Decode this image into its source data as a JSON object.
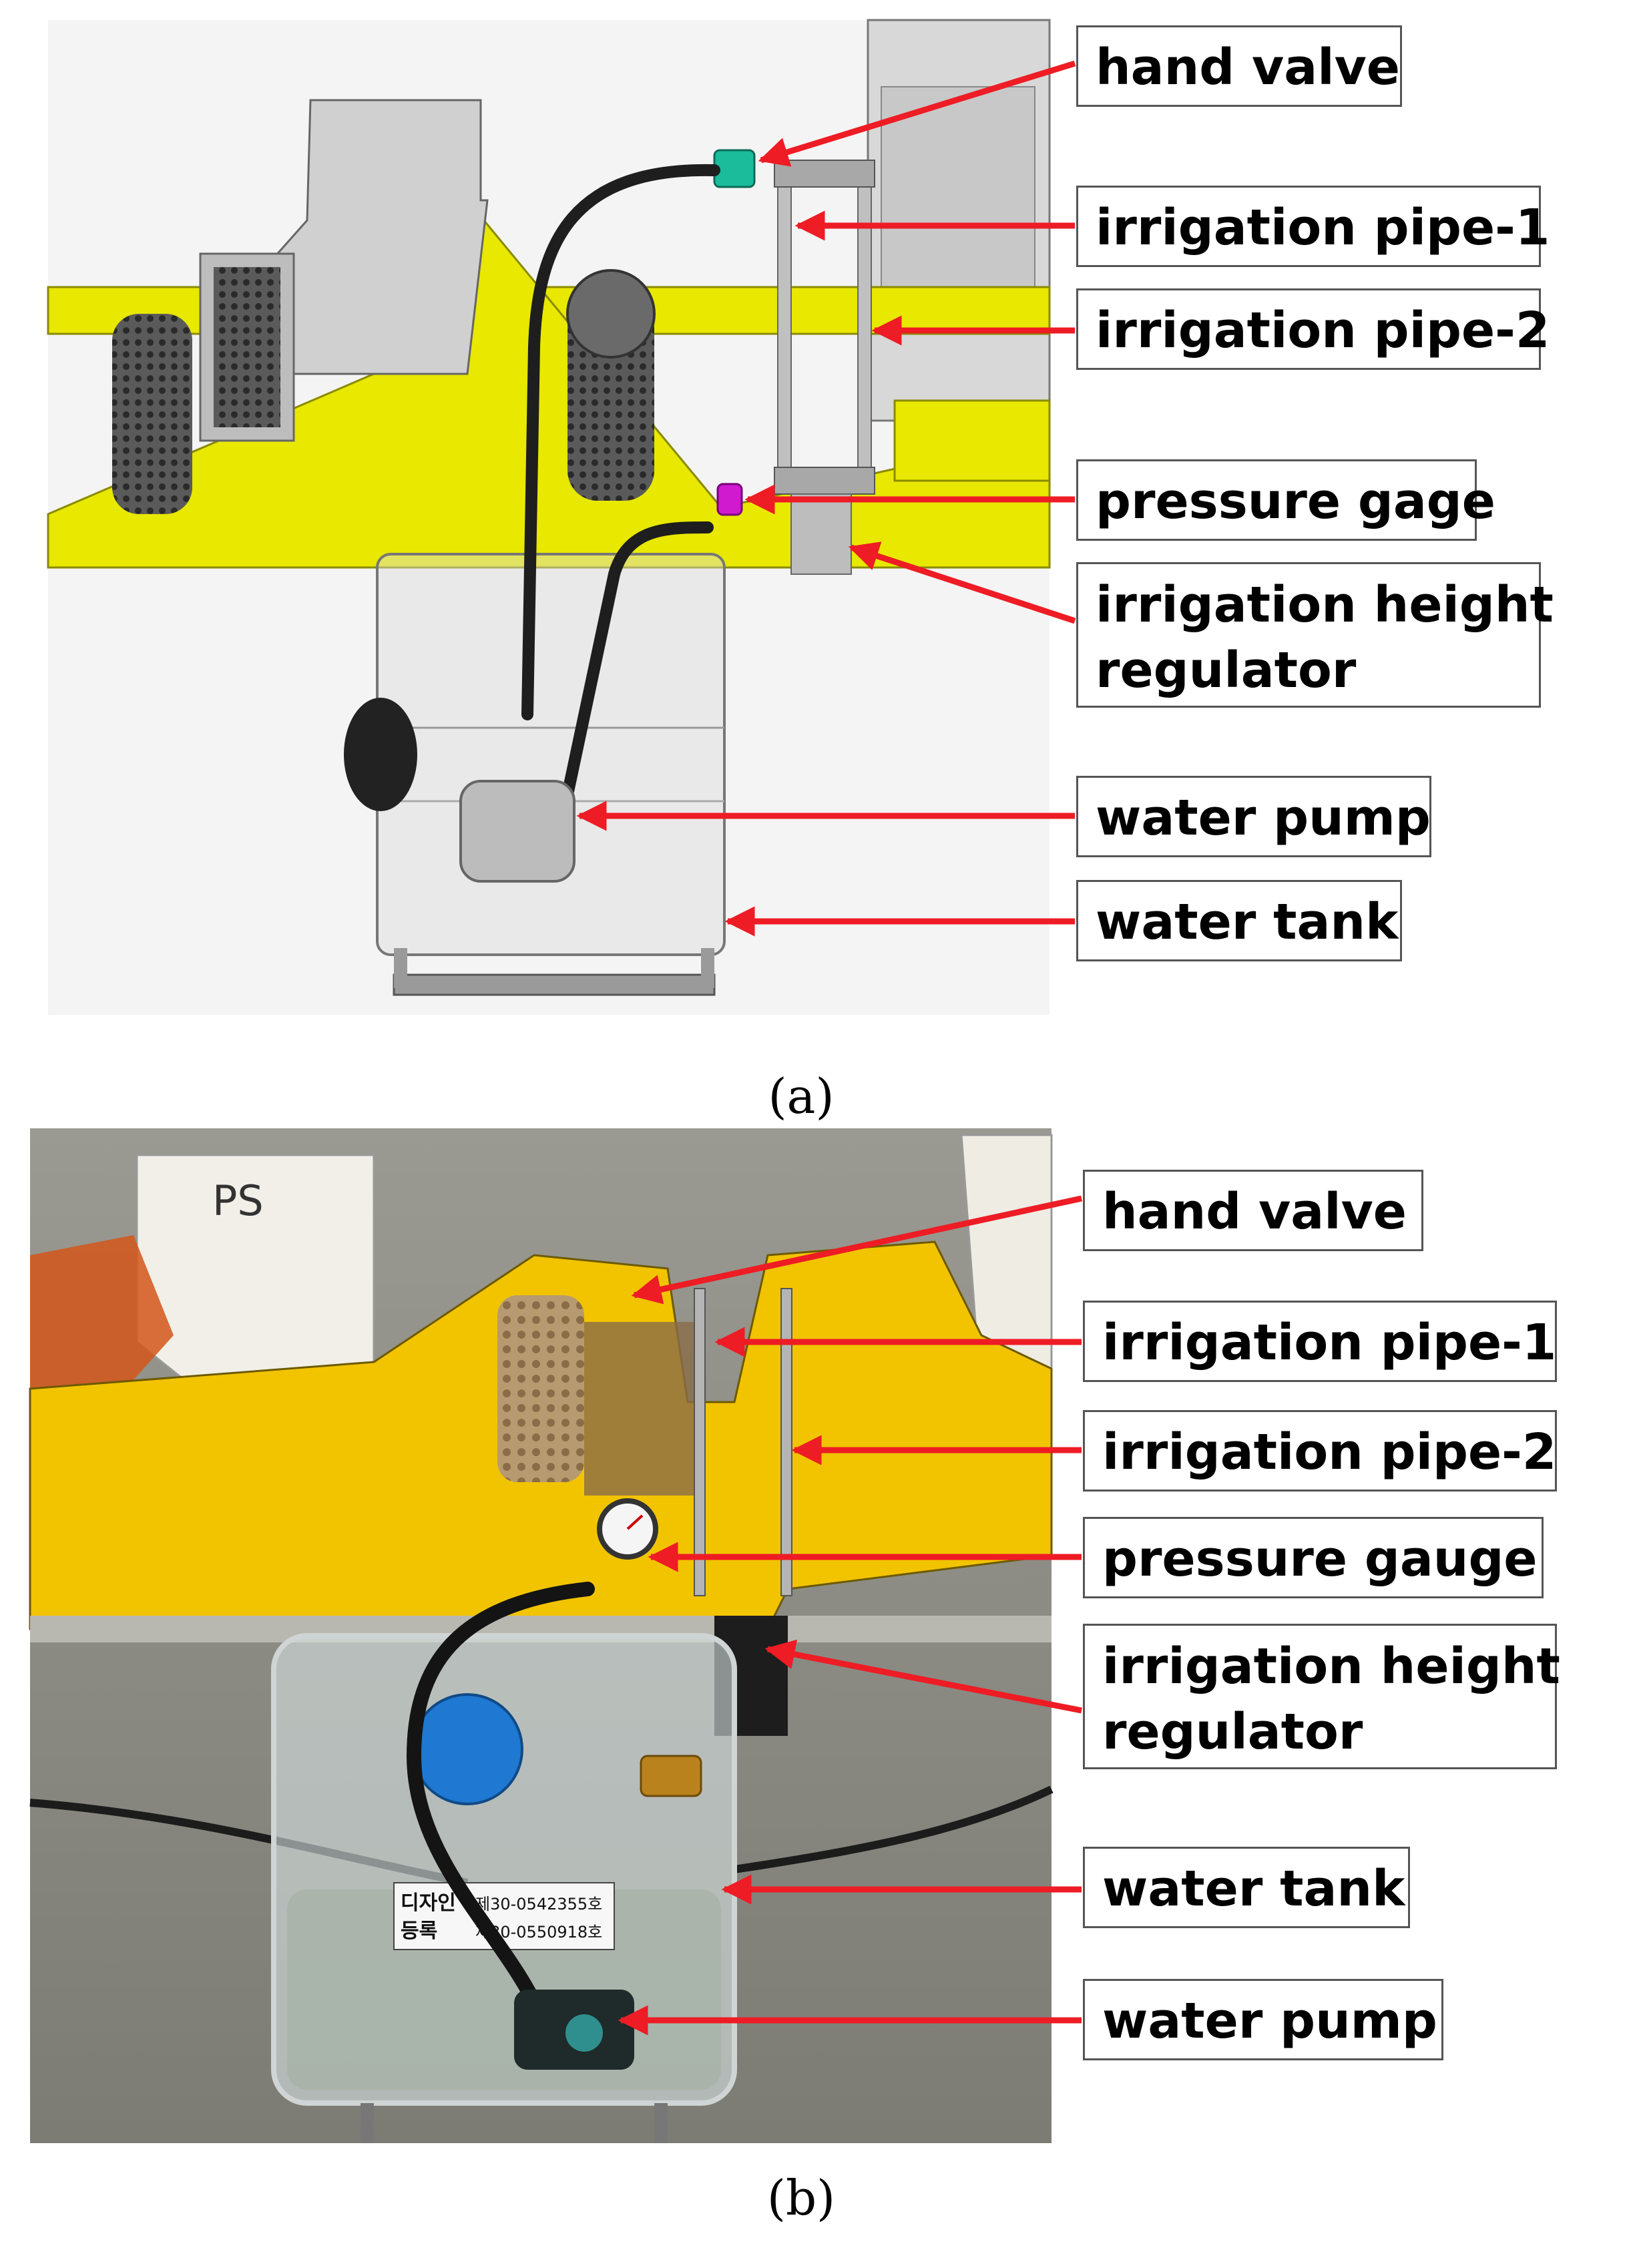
{
  "figure": {
    "panel_a": {
      "caption": "(a)",
      "labels": {
        "hand_valve": "hand valve",
        "pipe1": "irrigation pipe-1",
        "pipe2": "irrigation pipe-2",
        "pressure": "pressure gage",
        "height_line1": "irrigation height",
        "height_line2": "regulator",
        "pump": "water pump",
        "tank": "water tank"
      }
    },
    "panel_b": {
      "caption": "(b)",
      "labels": {
        "hand_valve": "hand valve",
        "pipe1": "irrigation pipe-1",
        "pipe2": "irrigation pipe-2",
        "pressure": "pressure gauge",
        "height_line1": "irrigation height",
        "height_line2": "regulator",
        "tank": "water tank",
        "pump": "water pump"
      },
      "photo_text": {
        "hopper_mark": "PS",
        "sticker_line1": "디자인",
        "sticker_line2": "등록",
        "sticker_reg1": "제30-0542355호",
        "sticker_reg2": "제30-0550918호"
      }
    },
    "colors": {
      "arrow": "#ee1c24",
      "machine_yellow": "#e8e800",
      "photo_yellow": "#f2c400",
      "callout_border": "#555555"
    }
  }
}
